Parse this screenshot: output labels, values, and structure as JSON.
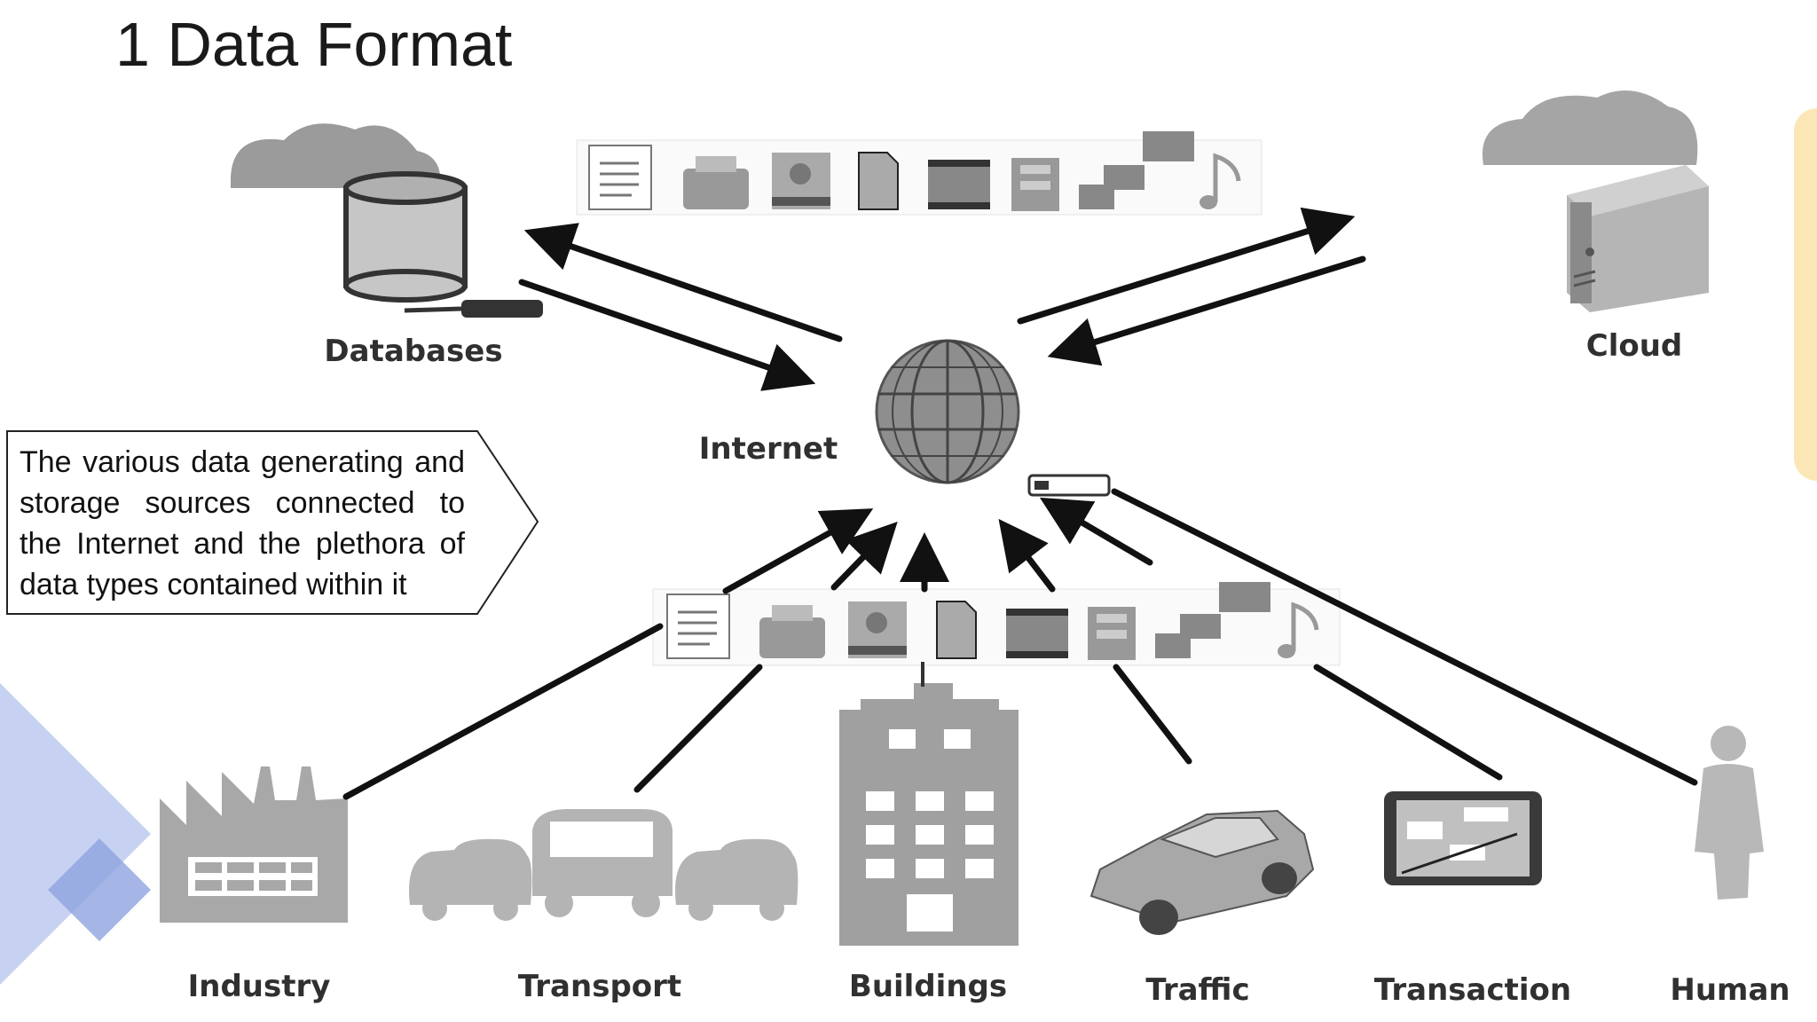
{
  "slide": {
    "title": "1 Data Format"
  },
  "diagram": {
    "hub": {
      "label": "Internet"
    },
    "sources": {
      "databases": "Databases",
      "cloud": "Cloud",
      "industry": "Industry",
      "transport": "Transport",
      "buildings": "Buildings",
      "traffic": "Traffic",
      "transaction": "Transaction",
      "human": "Human"
    },
    "callout": "The various data generating and storage sources connected to the Internet and the plethora of data types contained within it",
    "data_type_icons": [
      "document-icon",
      "printer-icon",
      "film-icon",
      "page-icon",
      "video-icon",
      "film-strip-icon",
      "chat-bubbles-icon",
      "music-note-icon"
    ]
  },
  "colors": {
    "arrow": "#111111",
    "icon_gray": "#9a9a9a",
    "decor_blue": "#8ea4e0",
    "decor_yellow": "#fbe7b6"
  }
}
